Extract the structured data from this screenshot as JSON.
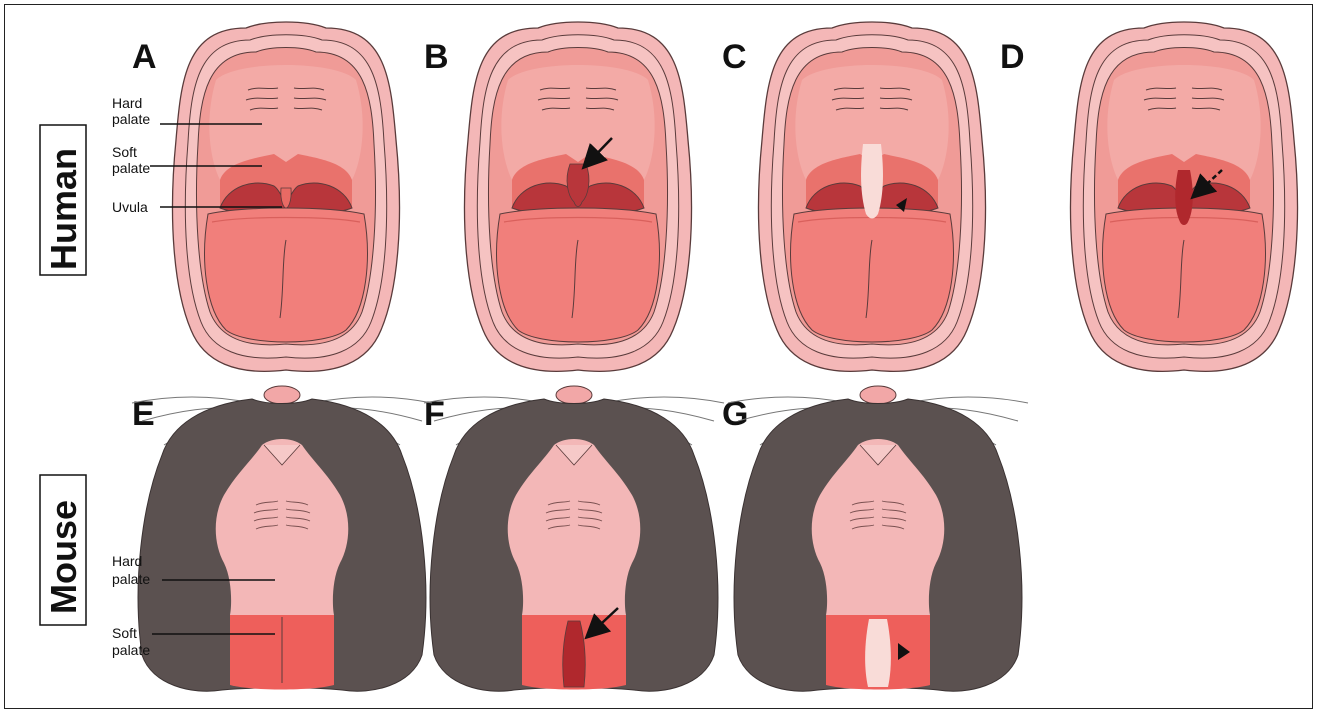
{
  "species": {
    "human": "Human",
    "mouse": "Mouse"
  },
  "panels": {
    "A": "A",
    "B": "B",
    "C": "C",
    "D": "D",
    "E": "E",
    "F": "F",
    "G": "G"
  },
  "human_annotations": {
    "hard_palate_line1": "Hard",
    "hard_palate_line2": "palate",
    "soft_palate_line1": "Soft",
    "soft_palate_line2": "palate",
    "uvula": "Uvula"
  },
  "mouse_annotations": {
    "hard_palate_line1": "Hard",
    "hard_palate_line2": "palate",
    "soft_palate_line1": "Soft",
    "soft_palate_line2": "palate"
  },
  "colors": {
    "lip": "#f4b7b7",
    "oral_cavity": "#ef8c88",
    "palate": "#f3a4a0",
    "soft_palate": "#e96862",
    "throat": "#b8363b",
    "tongue": "#f17d7a",
    "fur": "#5b5150",
    "mouse_hard_palate": "#f3b7b7",
    "mouse_soft_palate": "#ee5f5b",
    "cleft_pale": "#f9dcd8",
    "cleft_dark": "#b0282d"
  }
}
